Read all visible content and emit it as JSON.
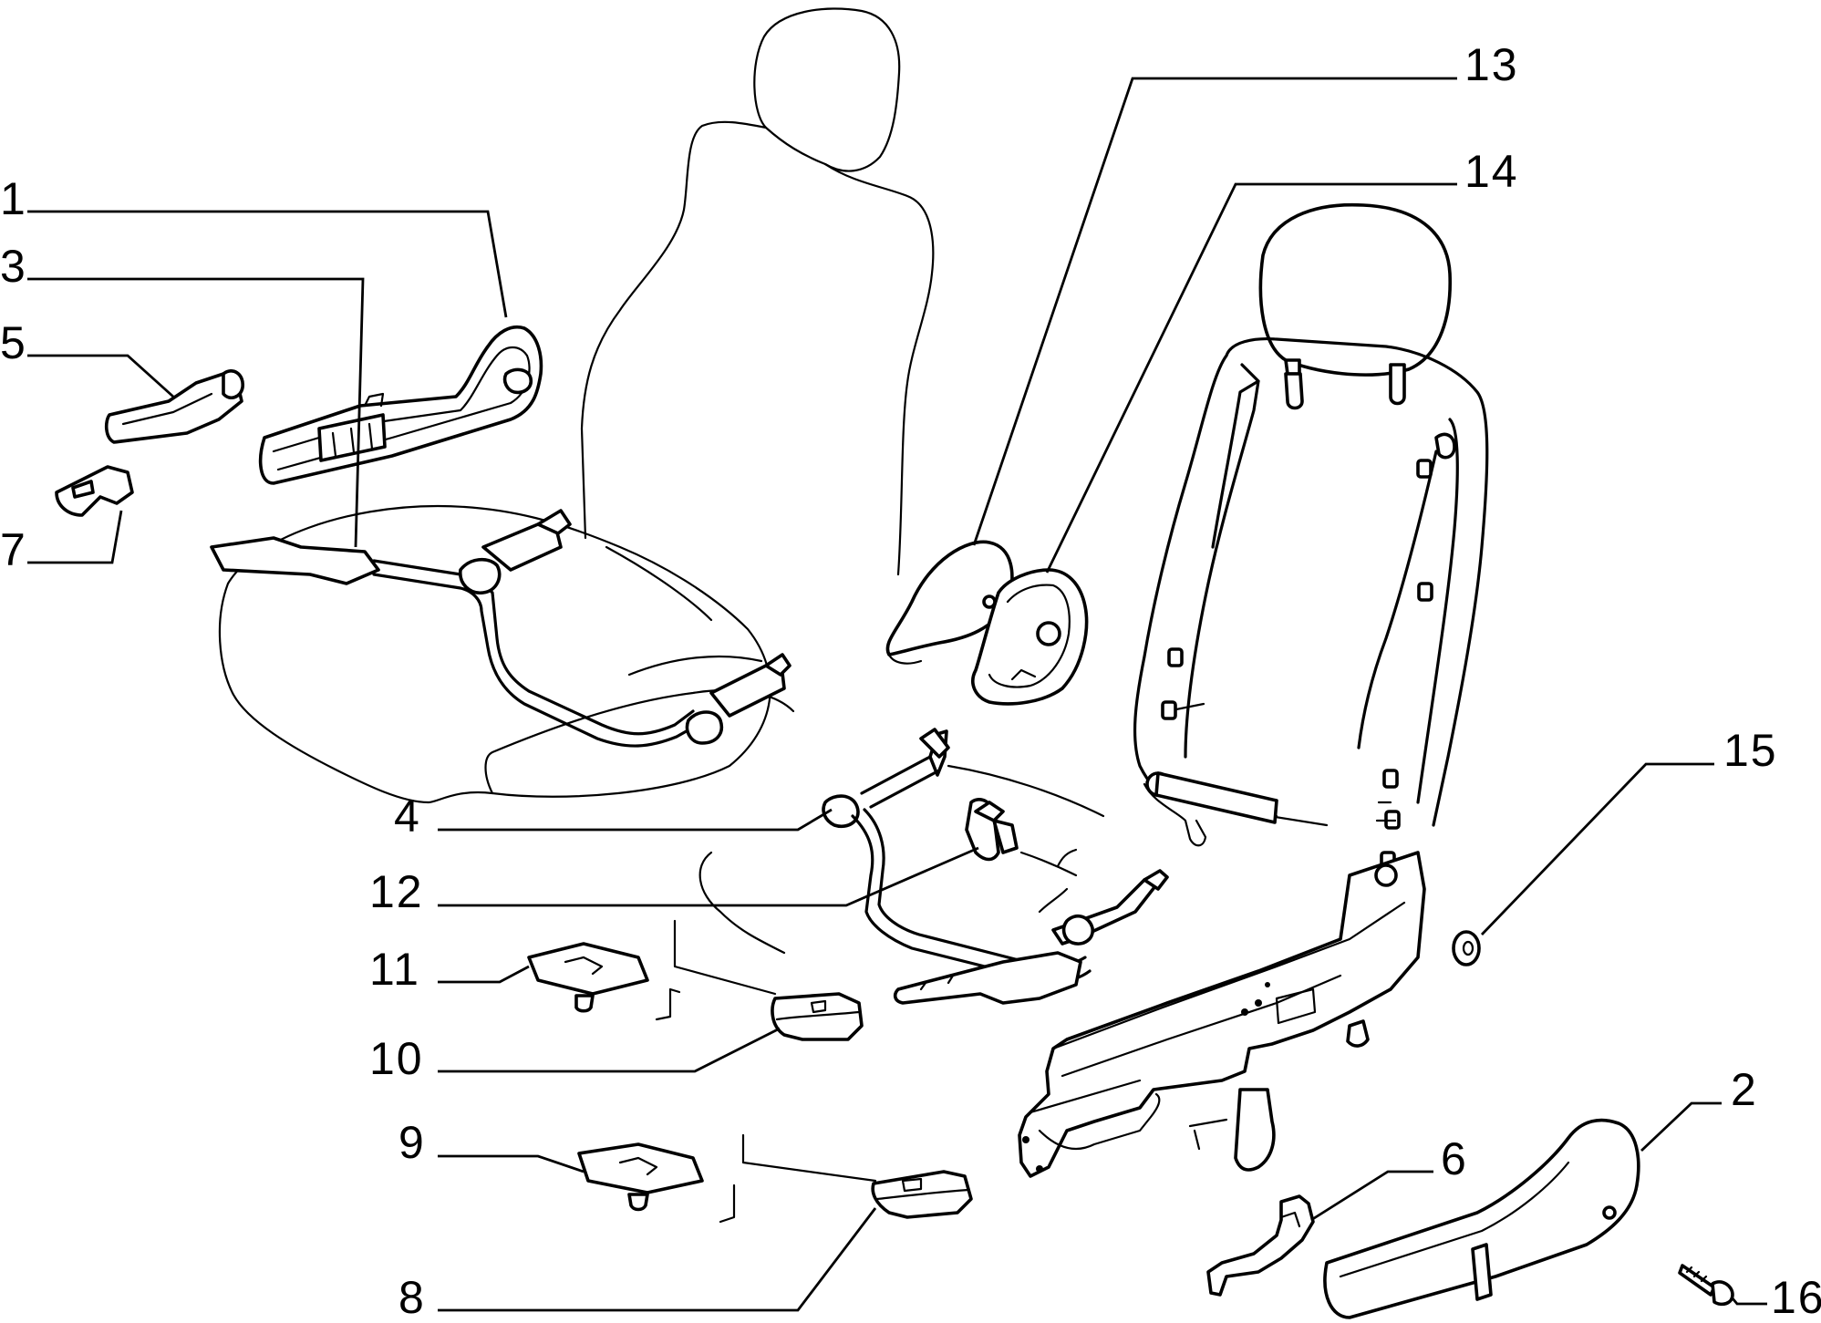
{
  "diagram": {
    "callouts": [
      {
        "id": "c1",
        "text": "1"
      },
      {
        "id": "c3",
        "text": "3"
      },
      {
        "id": "c5",
        "text": "5"
      },
      {
        "id": "c7",
        "text": "7"
      },
      {
        "id": "c13",
        "text": "13"
      },
      {
        "id": "c14",
        "text": "14"
      },
      {
        "id": "c15",
        "text": "15"
      },
      {
        "id": "c4",
        "text": "4"
      },
      {
        "id": "c12",
        "text": "12"
      },
      {
        "id": "c11",
        "text": "11"
      },
      {
        "id": "c10",
        "text": "10"
      },
      {
        "id": "c9",
        "text": "9"
      },
      {
        "id": "c8",
        "text": "8"
      },
      {
        "id": "c2",
        "text": "2"
      },
      {
        "id": "c6",
        "text": "6"
      },
      {
        "id": "c16",
        "text": "16"
      }
    ]
  }
}
